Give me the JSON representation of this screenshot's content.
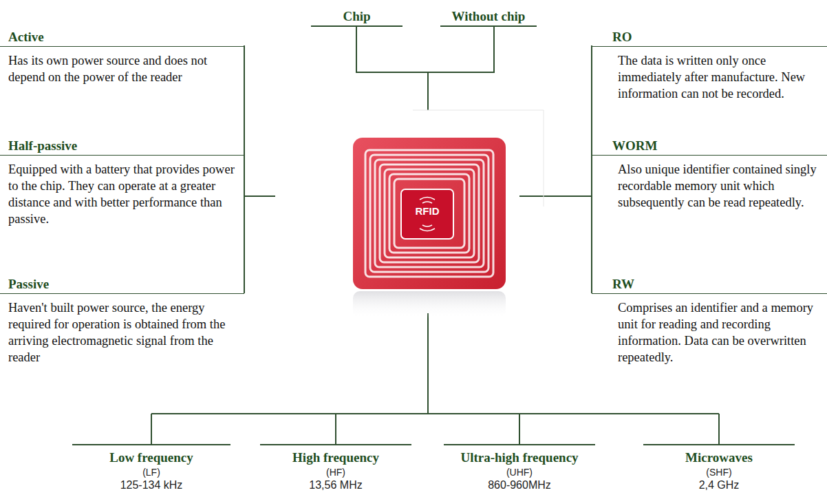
{
  "diagram": {
    "nodes": [
      {
        "text": [
          "Chip"
        ]
      },
      {
        "text": [
          "Without chip"
        ]
      },
      {
        "text": [
          "Active",
          "Has its own power source and does not depend on the power of the reader"
        ]
      },
      {
        "text": [
          "Half-passive",
          "Equipped with a battery that provides power to the chip. They can operate at a greater distance and with better performance than passive."
        ]
      },
      {
        "text": [
          "Passive",
          "Haven't built power source, the energy required for operation is obtained from the arriving electromagnetic signal from the reader"
        ]
      },
      {
        "text": [
          "RO",
          "The data is written only once immediately after manufacture. New information can not be recorded."
        ]
      },
      {
        "text": [
          "WORM",
          "Also unique identifier contained singly recordable memory unit which subsequently can be read repeatedly."
        ]
      },
      {
        "text": [
          "RW",
          "Comprises an identifier and a memory unit for reading and recording information. Data can be overwritten repeatedly."
        ]
      },
      {
        "text": [
          "Low frequency",
          "(LF)",
          "125-134 kHz"
        ]
      },
      {
        "text": [
          "High frequency",
          "(HF)",
          "13,56 MHz"
        ]
      },
      {
        "text": [
          "Ultra-high frequency",
          "(UHF)",
          "860-960MHz"
        ]
      },
      {
        "text": [
          "Microwaves",
          "(SHF)",
          "2,4 GHz"
        ]
      }
    ],
    "labels": [
      "RFID"
    ]
  }
}
